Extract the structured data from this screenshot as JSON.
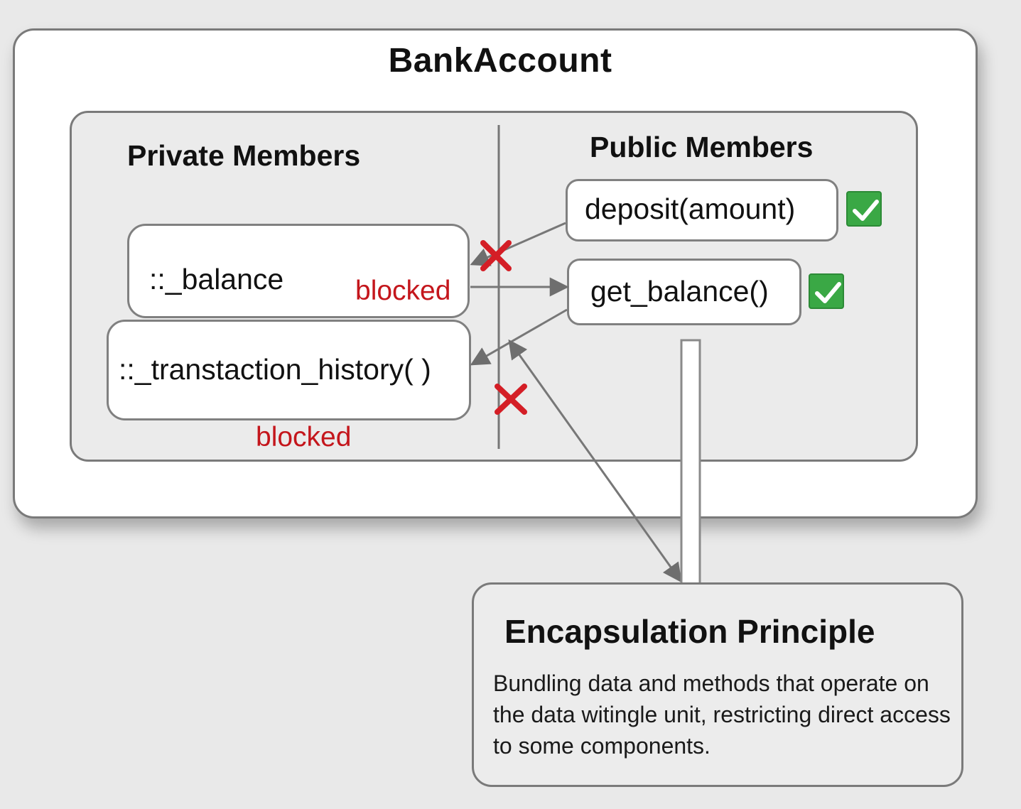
{
  "class_name": "BankAccount",
  "private_section": {
    "title": "Private Members",
    "members": [
      {
        "label": "::_balance",
        "status": "blocked"
      },
      {
        "label": "::_transtaction_history( )",
        "status": "blocked"
      }
    ]
  },
  "public_section": {
    "title": "Public Members",
    "members": [
      {
        "label": "deposit(amount)",
        "status_icon": "check-icon"
      },
      {
        "label": "get_balance()",
        "status_icon": "check-icon"
      }
    ]
  },
  "principle": {
    "title": "Encapsulation Principle",
    "description": "Bundling data and methods that operate on the data witingle unit, restricting direct access to some components."
  },
  "colors": {
    "blocked": "#c4161c",
    "check": "#3aa845",
    "border": "#7a7a7a"
  }
}
